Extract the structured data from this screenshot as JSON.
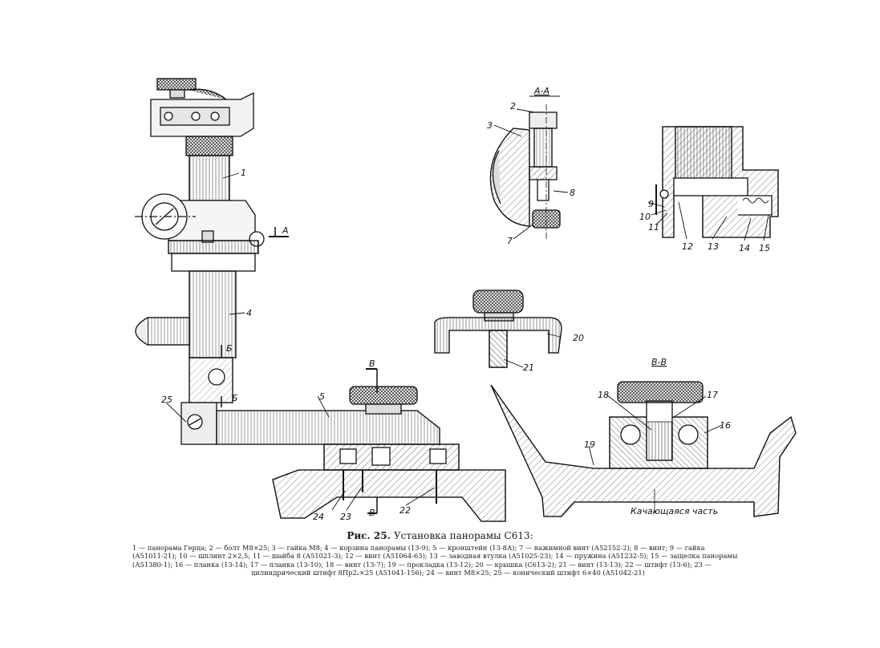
{
  "figure": {
    "caption_number": "Рис. 25.",
    "caption_title": "Установка панорамы С613:",
    "legend_lines": [
      "1 — панорама Герца; 2 — болт М8×25; 3 — гайка М8; 4 — корзина панорамы (13-9); 5 — кронштейн (13-8А); 7 — нажимной винт (А52152-2); 8 — винт; 9 — гайка",
      "(А51011-21); 10 — шплинт 2×2,5; 11 — шайба 8 (А51021-3); 12 — винт (А51064-63); 13 — заводная втулка (А51025-23); 14 — пружина (А51232-5); 15 — защелка панорамы",
      "(А51380-1); 16 — планка (13-14); 17 — планка (13-10); 18 — винт (13-7); 19 — прокладка (13-12); 20 — крышка (С613-2); 21 — винт (13-13); 22 — штифт (13-6); 23 —",
      "цилиндрический штифт 8Пр2ₐ×25 (А51041-156); 24 — винт М8×25; 25 — конический штифт 6×40 (А51042-21)"
    ]
  },
  "sections": {
    "aa": "А-А",
    "vv": "В-В"
  },
  "markers": {
    "a": "А",
    "b1": "Б",
    "b2": "Б",
    "v1": "В",
    "v2": "В"
  },
  "callouts": {
    "c1": "1",
    "c2": "2",
    "c3": "3",
    "c4": "4",
    "c5": "5",
    "c7": "7",
    "c8": "8",
    "c9": "9",
    "c10": "10",
    "c11": "11",
    "c12": "12",
    "c13": "13",
    "c14": "14",
    "c15": "15",
    "c16": "16",
    "c17": "17",
    "c18": "18",
    "c19": "19",
    "c20": "20",
    "c21": "21",
    "c22": "22",
    "c23": "23",
    "c24": "24",
    "c25": "25"
  },
  "annotations": {
    "swinging_part": "Качающаяся часть"
  }
}
